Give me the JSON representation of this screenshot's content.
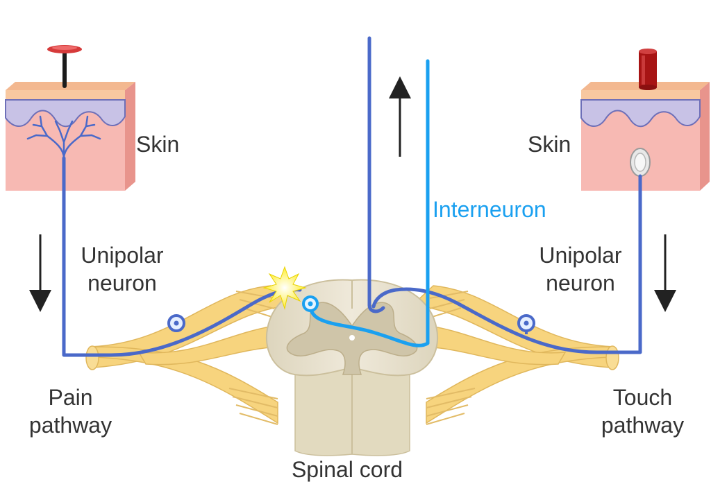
{
  "labels": {
    "skin_left": "Skin",
    "skin_right": "Skin",
    "interneuron": "Interneuron",
    "unipolar_left_line1": "Unipolar",
    "unipolar_left_line2": "neuron",
    "unipolar_right_line1": "Unipolar",
    "unipolar_right_line2": "neuron",
    "pain_line1": "Pain",
    "pain_line2": "pathway",
    "touch_line1": "Touch",
    "touch_line2": "pathway",
    "spinal_cord": "Spinal cord"
  },
  "colors": {
    "neuron_dark_blue": "#4a69c9",
    "interneuron_blue": "#1aa0f0",
    "nerve_yellow": "#f7d47e",
    "skin_pink": "#f7b9b3",
    "skin_top": "#f8c8a0",
    "dermis_lavender": "#c8c2e6",
    "cord_white": "#eae4d2",
    "cord_grey": "#cfc5a9",
    "pin_red": "#d63a3a",
    "block_dark_red": "#a71414",
    "spark_yellow": "#ffee33",
    "arrow_dark": "#222222",
    "text": "#333333"
  }
}
